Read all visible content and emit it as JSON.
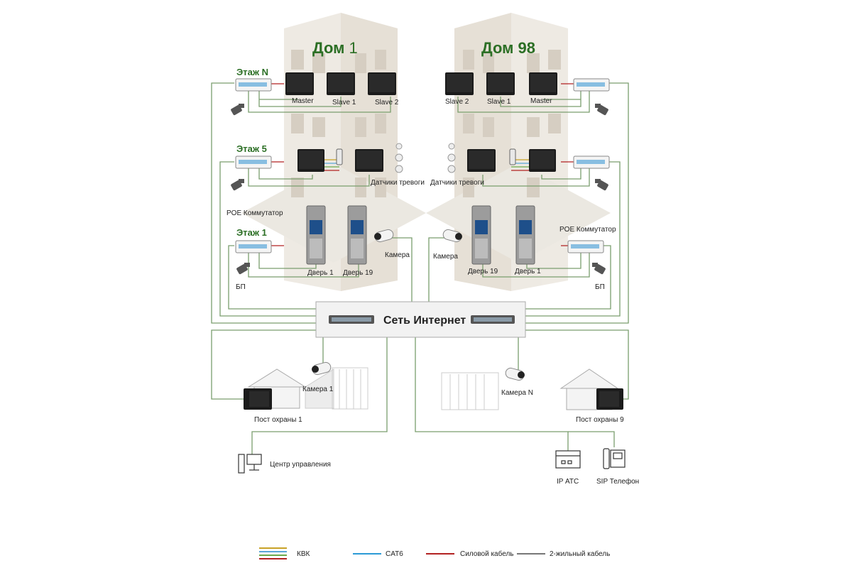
{
  "colors": {
    "two_wire": "#7a9e6e",
    "cat6": "#2b9ad6",
    "power": "#b22222",
    "kvk": [
      "#c9a227",
      "#5aa6d8",
      "#6cab4c",
      "#b22222"
    ],
    "legend_two_wire": "#777777",
    "building": "#e6e0d6",
    "title_green": "#2c6f25"
  },
  "buildings": {
    "left": {
      "title_prefix": "Дом",
      "title_number": "1"
    },
    "right": {
      "title_prefix": "Дом",
      "title_number": "98"
    }
  },
  "floors": {
    "n": "Этаж N",
    "five": "Этаж 5",
    "one": "Этаж 1"
  },
  "monitors": {
    "left": [
      "Master",
      "Slave 1",
      "Slave 2"
    ],
    "right": [
      "Slave 2",
      "Slave 1",
      "Master"
    ]
  },
  "labels": {
    "alarm_sensors": "Датчики тревоги",
    "poe_switch": "POE Коммутатор",
    "power_supply": "БП",
    "camera": "Камера",
    "door_1": "Дверь 1",
    "door_19": "Дверь 19",
    "network": "Сеть Интернет",
    "camera_1": "Камера 1",
    "camera_n": "Камера N",
    "guard_post_1": "Пост охраны 1",
    "guard_post_9": "Пост охраны 9",
    "control_center": "Центр управления",
    "ip_pbx": "IP АТС",
    "sip_phone": "SIP Телефон"
  },
  "legend": [
    {
      "label": "КВК"
    },
    {
      "label": "CAT6"
    },
    {
      "label": "Силовой кабель"
    },
    {
      "label": "2-жильный кабель"
    }
  ]
}
